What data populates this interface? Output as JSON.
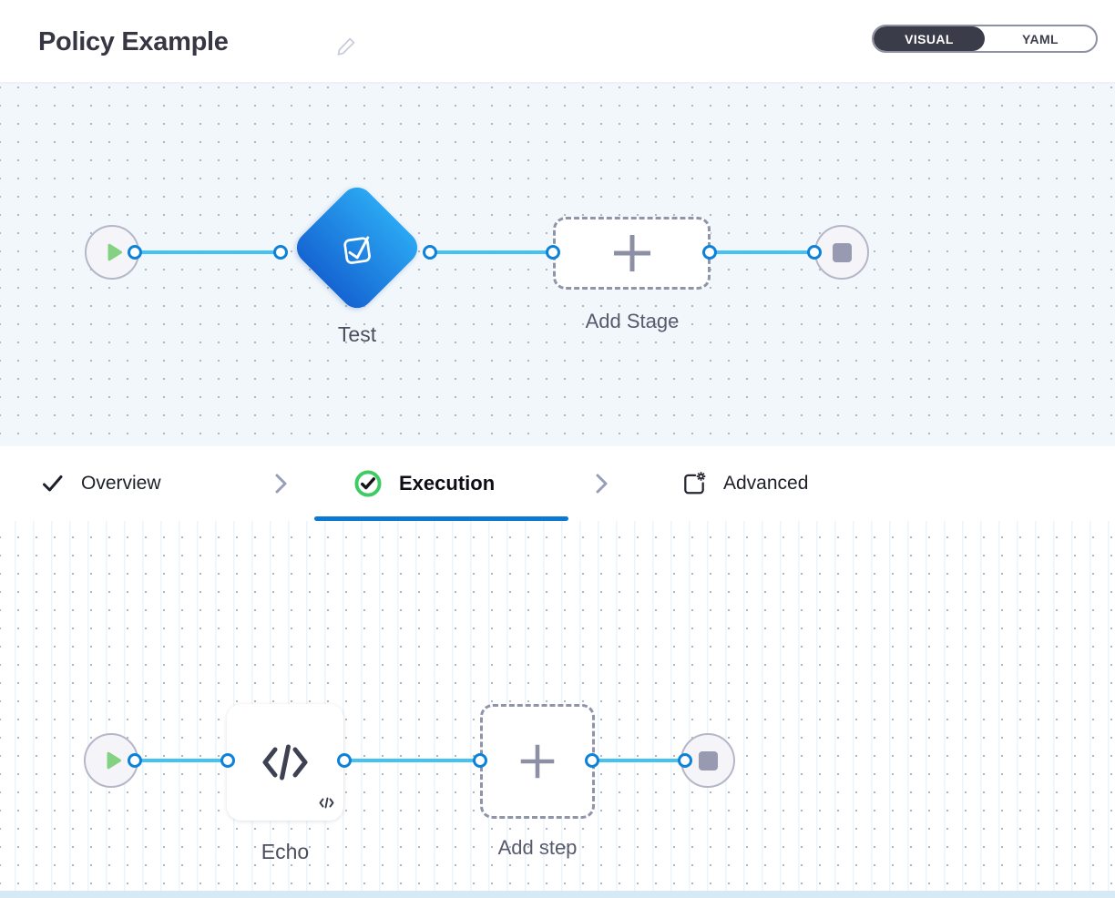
{
  "header": {
    "title": "Policy Example",
    "toggle": {
      "options": [
        "VISUAL",
        "YAML"
      ],
      "selected": "VISUAL"
    }
  },
  "stage_canvas": {
    "stage_label": "Test",
    "add_stage_label": "Add Stage"
  },
  "tabs": [
    {
      "label": "Overview",
      "icon": "check-icon",
      "state": "completed"
    },
    {
      "label": "Execution",
      "icon": "check-circle-icon",
      "state": "active"
    },
    {
      "label": "Advanced",
      "icon": "advanced-settings-icon",
      "state": "default"
    }
  ],
  "step_canvas": {
    "step_label": "Echo",
    "add_step_label": "Add step"
  },
  "icons": {
    "pencil-icon": "outline pencil (edit title)",
    "play-icon": "green triangle start marker",
    "stop-icon": "gray square end marker",
    "approval-check-icon": "white tilted square with check (stage type)",
    "plus-icon": "gray plus (add node)",
    "check-icon": "dark checkmark (tab complete)",
    "check-circle-icon": "green ring with dark check (active tab)",
    "advanced-settings-icon": "square with gear at corner",
    "chevron-right-icon": "gray right chevron between tabs",
    "code-icon": "dark </> glyph (shell script step)"
  },
  "colors": {
    "accent_blue": "#0b79d1",
    "connector_blue": "#45c2f3",
    "port_border_blue": "#0d82d8",
    "success_green": "#3ecb62",
    "play_green": "#83d284",
    "stop_gray": "#979ab1",
    "stage_gradient_start": "#2ba7f2",
    "stage_gradient_end": "#1565d2",
    "toggle_dark": "#3a3c4a",
    "canvas_upper_bg": "#f2f7fb",
    "canvas_lower_bg": "#ffffff"
  }
}
